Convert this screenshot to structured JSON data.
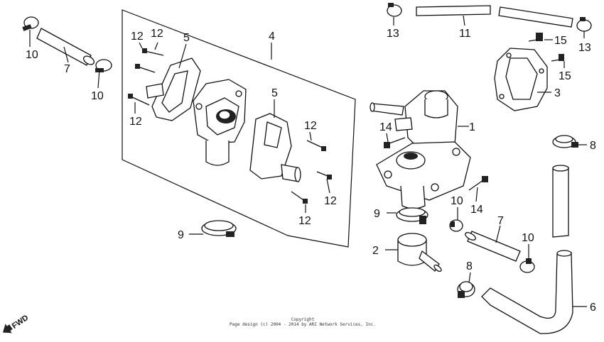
{
  "labels": {
    "p1": "1",
    "p2": "2",
    "p3": "3",
    "p4": "4",
    "p5a": "5",
    "p5b": "5",
    "p6": "6",
    "p7a": "7",
    "p7b": "7",
    "p8a": "8",
    "p8b": "8",
    "p9a": "9",
    "p9b": "9",
    "p10a": "10",
    "p10b": "10",
    "p10c": "10",
    "p10d": "10",
    "p11": "11",
    "p12a": "12",
    "p12b": "12",
    "p12c": "12",
    "p12d": "12",
    "p12e": "12",
    "p12f": "12",
    "p13a": "13",
    "p13b": "13",
    "p14a": "14",
    "p14b": "14",
    "p15a": "15",
    "p15b": "15"
  },
  "fwd": "FWD",
  "copyright": {
    "line1": "Copyright",
    "line2": "Page design (c) 2004 - 2014 by ARI Network Services, Inc."
  }
}
